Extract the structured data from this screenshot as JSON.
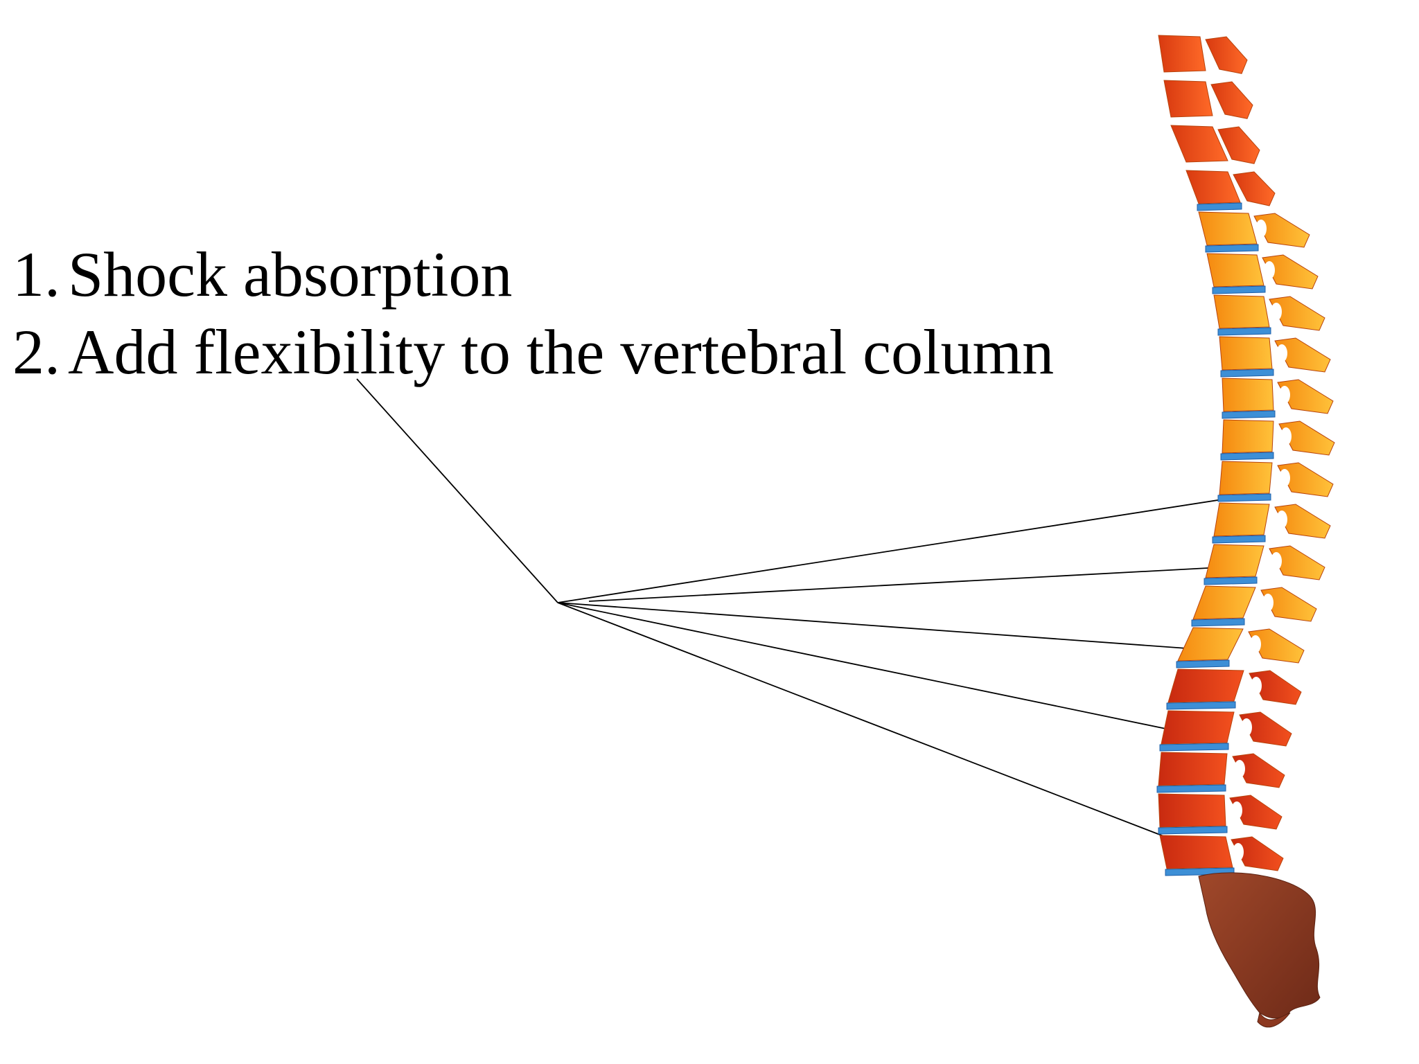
{
  "functions": {
    "items": [
      {
        "number": "1.",
        "text": "Shock absorption"
      },
      {
        "number": "2.",
        "text": "Add flexibility to the vertebral column"
      }
    ]
  },
  "figure": {
    "subject": "vertebral column (lateral view) with intervertebral discs",
    "colors": {
      "cervical": "#ee4a14",
      "thoracic": "#fba51f",
      "lumbar": "#e63c16",
      "sacrum": "#8c3820",
      "disc": "#3d8fd6",
      "leader_line": "#000000"
    },
    "leader_target": "intervertebral discs"
  }
}
